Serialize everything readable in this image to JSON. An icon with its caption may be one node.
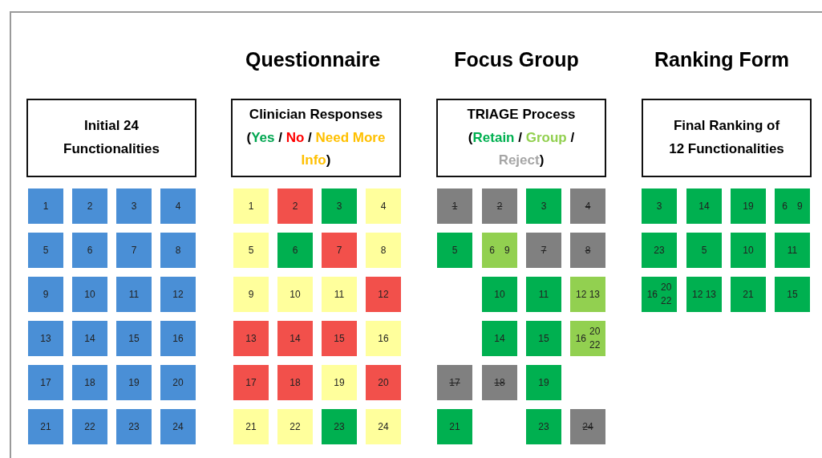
{
  "diagram": {
    "nodes": [
      {
        "text": [
          "Initial 24 Functionalities"
        ]
      },
      {
        "text": [
          "1"
        ]
      },
      {
        "text": [
          "2"
        ]
      },
      {
        "text": [
          "3"
        ]
      },
      {
        "text": [
          "4"
        ]
      },
      {
        "text": [
          "5"
        ]
      },
      {
        "text": [
          "6"
        ]
      },
      {
        "text": [
          "7"
        ]
      },
      {
        "text": [
          "8"
        ]
      },
      {
        "text": [
          "9"
        ]
      },
      {
        "text": [
          "10"
        ]
      },
      {
        "text": [
          "11"
        ]
      },
      {
        "text": [
          "12"
        ]
      },
      {
        "text": [
          "13"
        ]
      },
      {
        "text": [
          "14"
        ]
      },
      {
        "text": [
          "15"
        ]
      },
      {
        "text": [
          "16"
        ]
      },
      {
        "text": [
          "17"
        ]
      },
      {
        "text": [
          "18"
        ]
      },
      {
        "text": [
          "19"
        ]
      },
      {
        "text": [
          "20"
        ]
      },
      {
        "text": [
          "21"
        ]
      },
      {
        "text": [
          "22"
        ]
      },
      {
        "text": [
          "23"
        ]
      },
      {
        "text": [
          "24"
        ]
      },
      {
        "text": [
          "Clinician Responses",
          "(Yes / No / Need More Info)"
        ]
      },
      {
        "text": [
          "1"
        ]
      },
      {
        "text": [
          "2"
        ]
      },
      {
        "text": [
          "3"
        ]
      },
      {
        "text": [
          "4"
        ]
      },
      {
        "text": [
          "5"
        ]
      },
      {
        "text": [
          "6"
        ]
      },
      {
        "text": [
          "7"
        ]
      },
      {
        "text": [
          "8"
        ]
      },
      {
        "text": [
          "9"
        ]
      },
      {
        "text": [
          "10"
        ]
      },
      {
        "text": [
          "11"
        ]
      },
      {
        "text": [
          "12"
        ]
      },
      {
        "text": [
          "13"
        ]
      },
      {
        "text": [
          "14"
        ]
      },
      {
        "text": [
          "15"
        ]
      },
      {
        "text": [
          "16"
        ]
      },
      {
        "text": [
          "17"
        ]
      },
      {
        "text": [
          "18"
        ]
      },
      {
        "text": [
          "19"
        ]
      },
      {
        "text": [
          "20"
        ]
      },
      {
        "text": [
          "21"
        ]
      },
      {
        "text": [
          "22"
        ]
      },
      {
        "text": [
          "23"
        ]
      },
      {
        "text": [
          "24"
        ]
      },
      {
        "text": [
          "TRIAGE Process",
          "(Retain / Group / Reject)"
        ]
      },
      {
        "text": [
          "1"
        ]
      },
      {
        "text": [
          "2"
        ]
      },
      {
        "text": [
          "3"
        ]
      },
      {
        "text": [
          "4"
        ]
      },
      {
        "text": [
          "5"
        ]
      },
      {
        "text": [
          "6",
          "9"
        ]
      },
      {
        "text": [
          "7"
        ]
      },
      {
        "text": [
          "8"
        ]
      },
      {
        "text": [
          "10"
        ]
      },
      {
        "text": [
          "11"
        ]
      },
      {
        "text": [
          "12",
          "13"
        ]
      },
      {
        "text": [
          "14"
        ]
      },
      {
        "text": [
          "15"
        ]
      },
      {
        "text": [
          "16",
          "20",
          "22"
        ]
      },
      {
        "text": [
          "17"
        ]
      },
      {
        "text": [
          "18"
        ]
      },
      {
        "text": [
          "19"
        ]
      },
      {
        "text": [
          "21"
        ]
      },
      {
        "text": [
          "23"
        ]
      },
      {
        "text": [
          "24"
        ]
      },
      {
        "text": [
          "Final Ranking of 12 Functionalities"
        ]
      },
      {
        "text": [
          "3"
        ]
      },
      {
        "text": [
          "14"
        ]
      },
      {
        "text": [
          "19"
        ]
      },
      {
        "text": [
          "6",
          "9"
        ]
      },
      {
        "text": [
          "23"
        ]
      },
      {
        "text": [
          "5"
        ]
      },
      {
        "text": [
          "10"
        ]
      },
      {
        "text": [
          "11"
        ]
      },
      {
        "text": [
          "16",
          "20",
          "22"
        ]
      },
      {
        "text": [
          "12",
          "13"
        ]
      },
      {
        "text": [
          "21"
        ]
      },
      {
        "text": [
          "15"
        ]
      }
    ],
    "labels": [
      "Questionnaire",
      "Focus Group",
      "Ranking Form"
    ]
  }
}
